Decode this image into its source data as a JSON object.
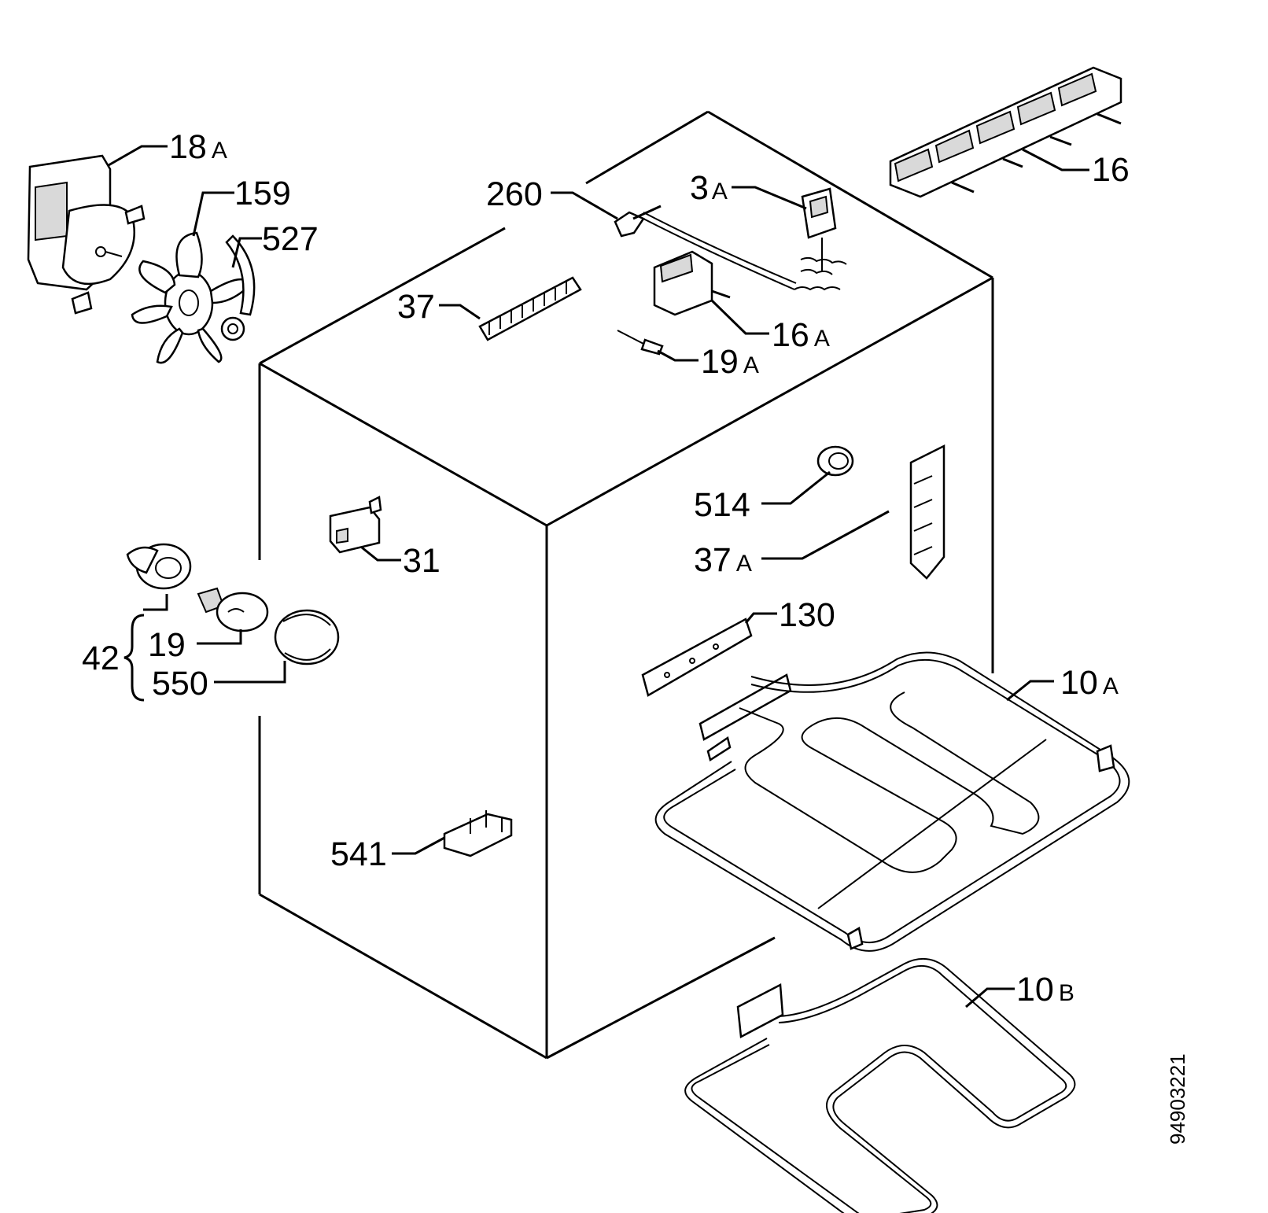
{
  "diagram": {
    "document_number": "94903221",
    "bracket_label": "42",
    "labels": [
      {
        "id": "18A",
        "main": "18",
        "suffix": "A"
      },
      {
        "id": "159",
        "main": "159",
        "suffix": ""
      },
      {
        "id": "527",
        "main": "527",
        "suffix": ""
      },
      {
        "id": "260",
        "main": "260",
        "suffix": ""
      },
      {
        "id": "3A",
        "main": "3",
        "suffix": "A"
      },
      {
        "id": "16",
        "main": "16",
        "suffix": ""
      },
      {
        "id": "37",
        "main": "37",
        "suffix": ""
      },
      {
        "id": "16A",
        "main": "16",
        "suffix": "A"
      },
      {
        "id": "19A",
        "main": "19",
        "suffix": "A"
      },
      {
        "id": "514",
        "main": "514",
        "suffix": ""
      },
      {
        "id": "37A",
        "main": "37",
        "suffix": "A"
      },
      {
        "id": "31",
        "main": "31",
        "suffix": ""
      },
      {
        "id": "19",
        "main": "19",
        "suffix": ""
      },
      {
        "id": "550",
        "main": "550",
        "suffix": ""
      },
      {
        "id": "130",
        "main": "130",
        "suffix": ""
      },
      {
        "id": "10A",
        "main": "10",
        "suffix": "A"
      },
      {
        "id": "541",
        "main": "541",
        "suffix": ""
      },
      {
        "id": "10B",
        "main": "10",
        "suffix": "B"
      }
    ]
  }
}
